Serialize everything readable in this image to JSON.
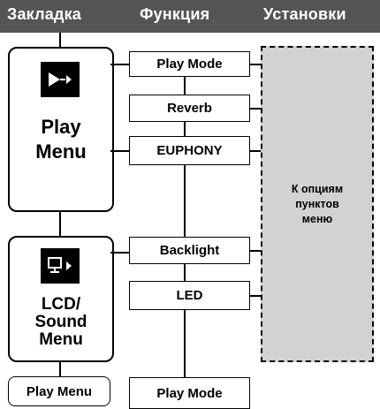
{
  "header": {
    "col1": "Закладка",
    "col2": "Функция",
    "col3": "Установки",
    "background": "#555555"
  },
  "menus": [
    {
      "icon": "play-tab-icon",
      "title": "Play\nMenu"
    },
    {
      "icon": "lcd-sound-tab-icon",
      "title": "LCD/\nSound\nMenu"
    }
  ],
  "functions": [
    "Play Mode",
    "Reverb",
    "EUPHONY",
    "Backlight",
    "LED"
  ],
  "settings_panel": {
    "text": "К опциям\nпунктов\nменю",
    "fill": "#d2d2d2"
  },
  "bottom": {
    "tab_label": "Play Menu",
    "function_label": "Play Mode"
  }
}
